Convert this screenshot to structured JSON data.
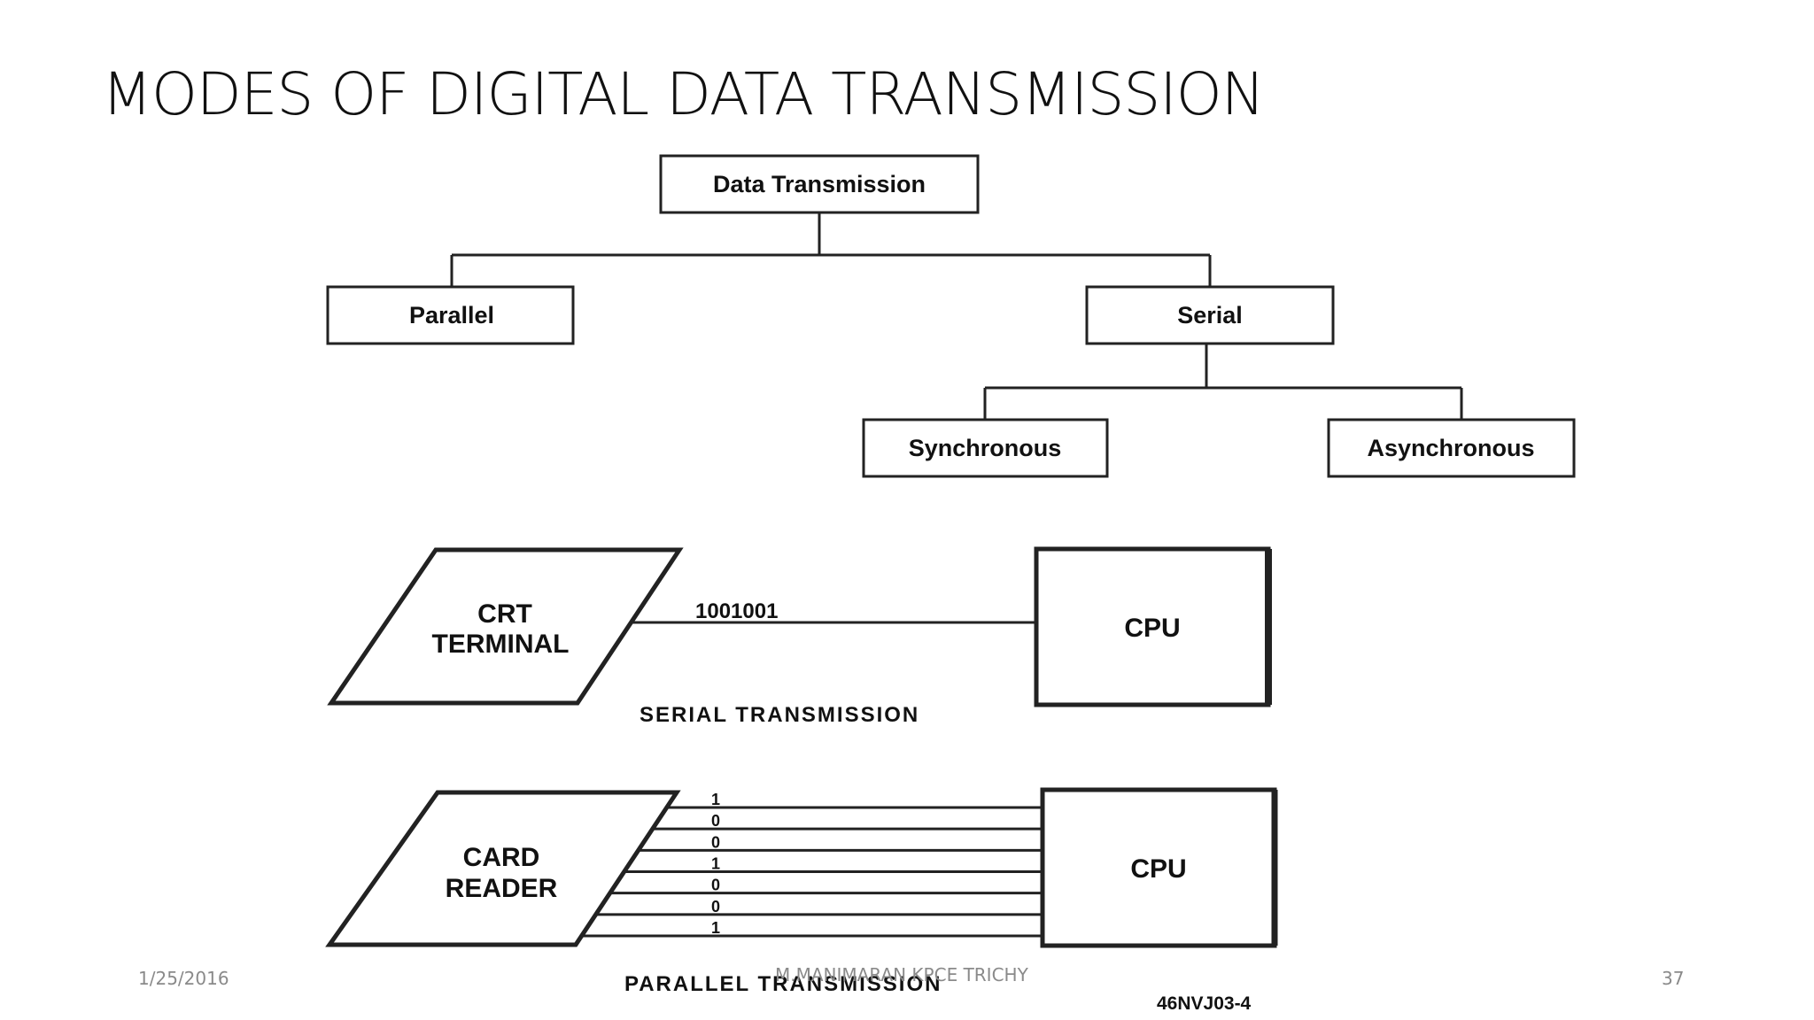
{
  "slide": {
    "title": "MODES OF DIGITAL DATA TRANSMISSION",
    "footer_date": "1/25/2016",
    "footer_author": "M.MANIMARAN KPCE TRICHY",
    "footer_page": "37"
  },
  "tree": {
    "root": "Data Transmission",
    "parallel": "Parallel",
    "serial": "Serial",
    "synchronous": "Synchronous",
    "asynchronous": "Asynchronous"
  },
  "serial_diagram": {
    "device_line1": "CRT",
    "device_line2": "TERMINAL",
    "bits": "1001001",
    "cpu": "CPU",
    "caption": "SERIAL TRANSMISSION"
  },
  "parallel_diagram": {
    "device_line1": "CARD",
    "device_line2": "READER",
    "bits": [
      "1",
      "0",
      "0",
      "1",
      "0",
      "0",
      "1"
    ],
    "cpu": "CPU",
    "caption": "PARALLEL TRANSMISSION",
    "figure_code": "46NVJ03-4"
  }
}
